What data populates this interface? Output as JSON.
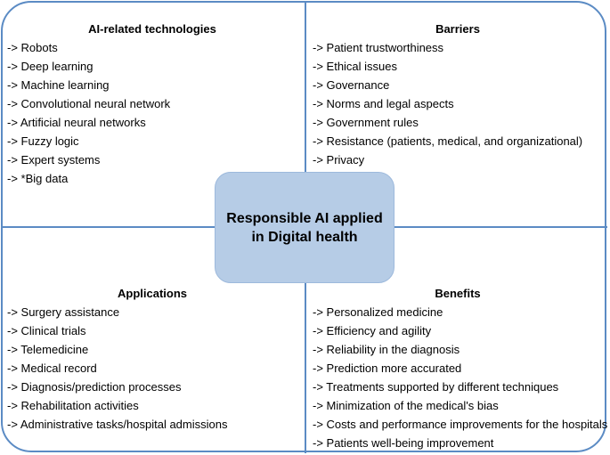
{
  "center": {
    "line1": "Responsible AI applied",
    "line2": "in Digital health"
  },
  "quadrants": {
    "technologies": {
      "title": "AI-related technologies",
      "items": [
        "-> Robots",
        "-> Deep learning",
        "-> Machine learning",
        "-> Convolutional neural network",
        "-> Artificial neural networks",
        "-> Fuzzy logic",
        "-> Expert systems",
        "-> *Big data"
      ]
    },
    "barriers": {
      "title": "Barriers",
      "items": [
        "-> Patient trustworthiness",
        "-> Ethical issues",
        "-> Governance",
        "-> Norms and legal aspects",
        "-> Government rules",
        "-> Resistance (patients, medical, and organizational)",
        "-> Privacy"
      ]
    },
    "applications": {
      "title": "Applications",
      "items": [
        "-> Surgery assistance",
        "-> Clinical trials",
        "-> Telemedicine",
        "-> Medical record",
        "-> Diagnosis/prediction processes",
        "-> Rehabilitation activities",
        "-> Administrative tasks/hospital admissions"
      ]
    },
    "benefits": {
      "title": "Benefits",
      "items": [
        "-> Personalized medicine",
        "-> Efficiency and agility",
        "-> Reliability in the diagnosis",
        "->  Prediction more accurated",
        "-> Treatments supported by different techniques",
        "-> Minimization of the medical's bias",
        "-> Costs and performance improvements for the hospitals",
        "-> Patients well-being improvement"
      ]
    }
  },
  "colors": {
    "border": "#5b8bc4",
    "center_fill": "#b6cce6"
  }
}
